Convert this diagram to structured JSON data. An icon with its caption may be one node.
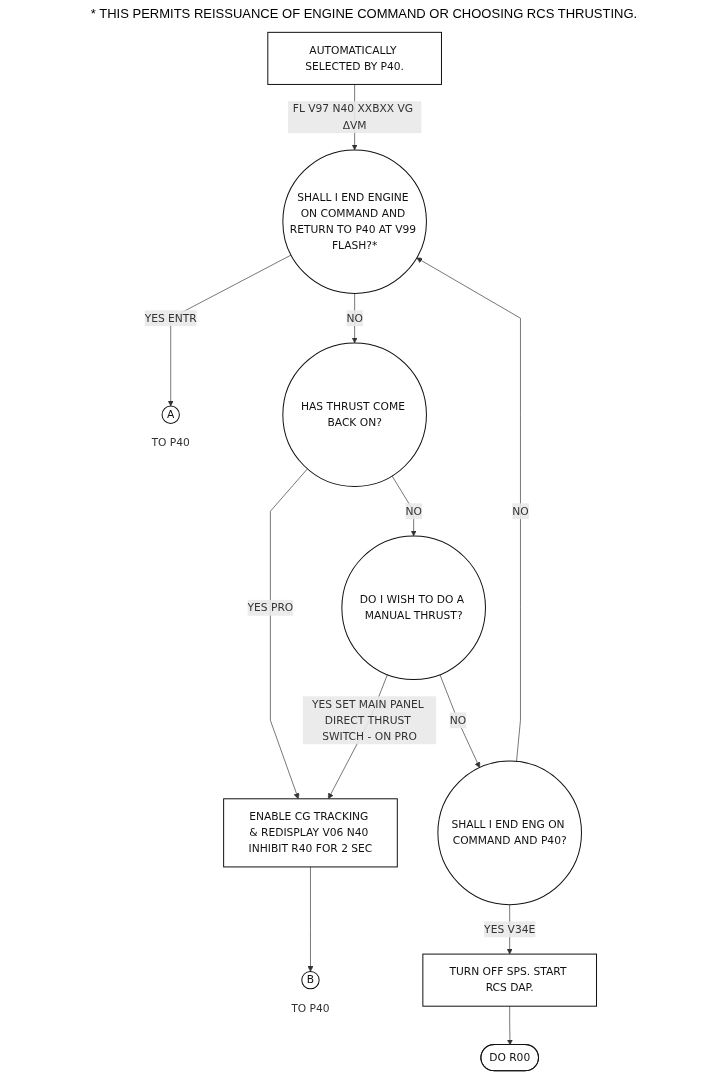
{
  "diagram": {
    "nodes": [
      {
        "text": [
          "AUTOMATICALLY SELECTED BY P40."
        ]
      },
      {
        "text": [
          "SHALL I END ENGINE ON COMMAND AND RETURN TO P40 AT V99 FLASH?*"
        ]
      },
      {
        "text": [
          "HAS THRUST COME BACK ON?"
        ]
      },
      {
        "text": [
          "DO I WISH TO DO A MANUAL THRUST?"
        ]
      },
      {
        "text": [
          "ENABLE CG TRACKING & REDISPLAY V06 N40 INHIBIT R40 FOR 2 SEC"
        ]
      },
      {
        "text": [
          "SHALL I END ENG ON COMMAND AND P40?"
        ]
      },
      {
        "text": [
          "A"
        ],
        "beside": [
          "TO P40"
        ]
      },
      {
        "text": [
          "B"
        ],
        "beside": [
          "TO P40"
        ]
      },
      {
        "text": [
          "TURN OFF SPS. START RCS DAP."
        ]
      },
      {
        "text": [
          "DO R00"
        ]
      }
    ],
    "edges": [
      {
        "from": 0,
        "to": 1,
        "arrow": "to",
        "label": "FL V97 N40 XXBXX VG ΔVM"
      },
      {
        "from": 1,
        "to": 6,
        "arrow": "to",
        "label": "YES ENTR"
      },
      {
        "from": 1,
        "to": 2,
        "arrow": "to",
        "label": "NO"
      },
      {
        "from": 2,
        "to": 4,
        "arrow": "to",
        "label": "YES PRO"
      },
      {
        "from": 2,
        "to": 3,
        "arrow": "to",
        "label": "NO"
      },
      {
        "from": 3,
        "to": 4,
        "arrow": "to",
        "label": "YES SET MAIN PANEL DIRECT THRUST SWITCH - ON PRO"
      },
      {
        "from": 3,
        "to": 5,
        "arrow": "to",
        "label": "NO"
      },
      {
        "from": 5,
        "to": 1,
        "arrow": "to",
        "label": "NO"
      },
      {
        "from": 4,
        "to": 7,
        "arrow": "to"
      },
      {
        "from": 5,
        "to": 8,
        "arrow": "to",
        "label": "YES V34E"
      },
      {
        "from": 8,
        "to": 9,
        "arrow": "to"
      }
    ],
    "labels": [
      "* THIS PERMITS REISSUANCE OF ENGINE COMMAND OR CHOOSING RCS THRUSTING."
    ]
  }
}
